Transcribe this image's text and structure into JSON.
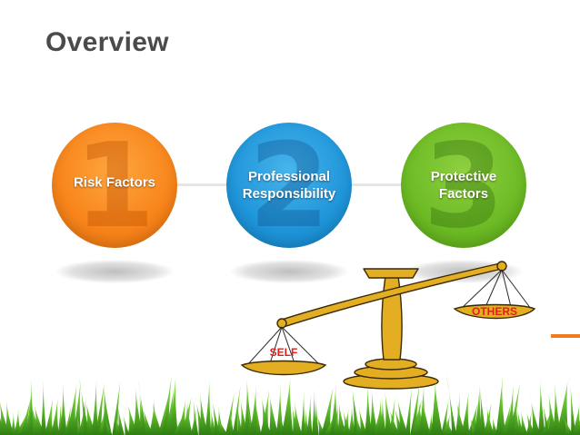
{
  "title": "Overview",
  "steps": [
    {
      "number": "1",
      "label": "Risk Factors",
      "color": "#f7841a"
    },
    {
      "number": "2",
      "label": "Professional Responsibility",
      "color": "#1f95d9"
    },
    {
      "number": "3",
      "label": "Protective Factors",
      "color": "#6cba25"
    }
  ],
  "scale": {
    "left_pan": "SELF",
    "right_pan": "OTHERS",
    "color": "#e4ae23"
  },
  "accent_colors": {
    "orange": "#f37b1c",
    "grass": "#5cb82a"
  }
}
